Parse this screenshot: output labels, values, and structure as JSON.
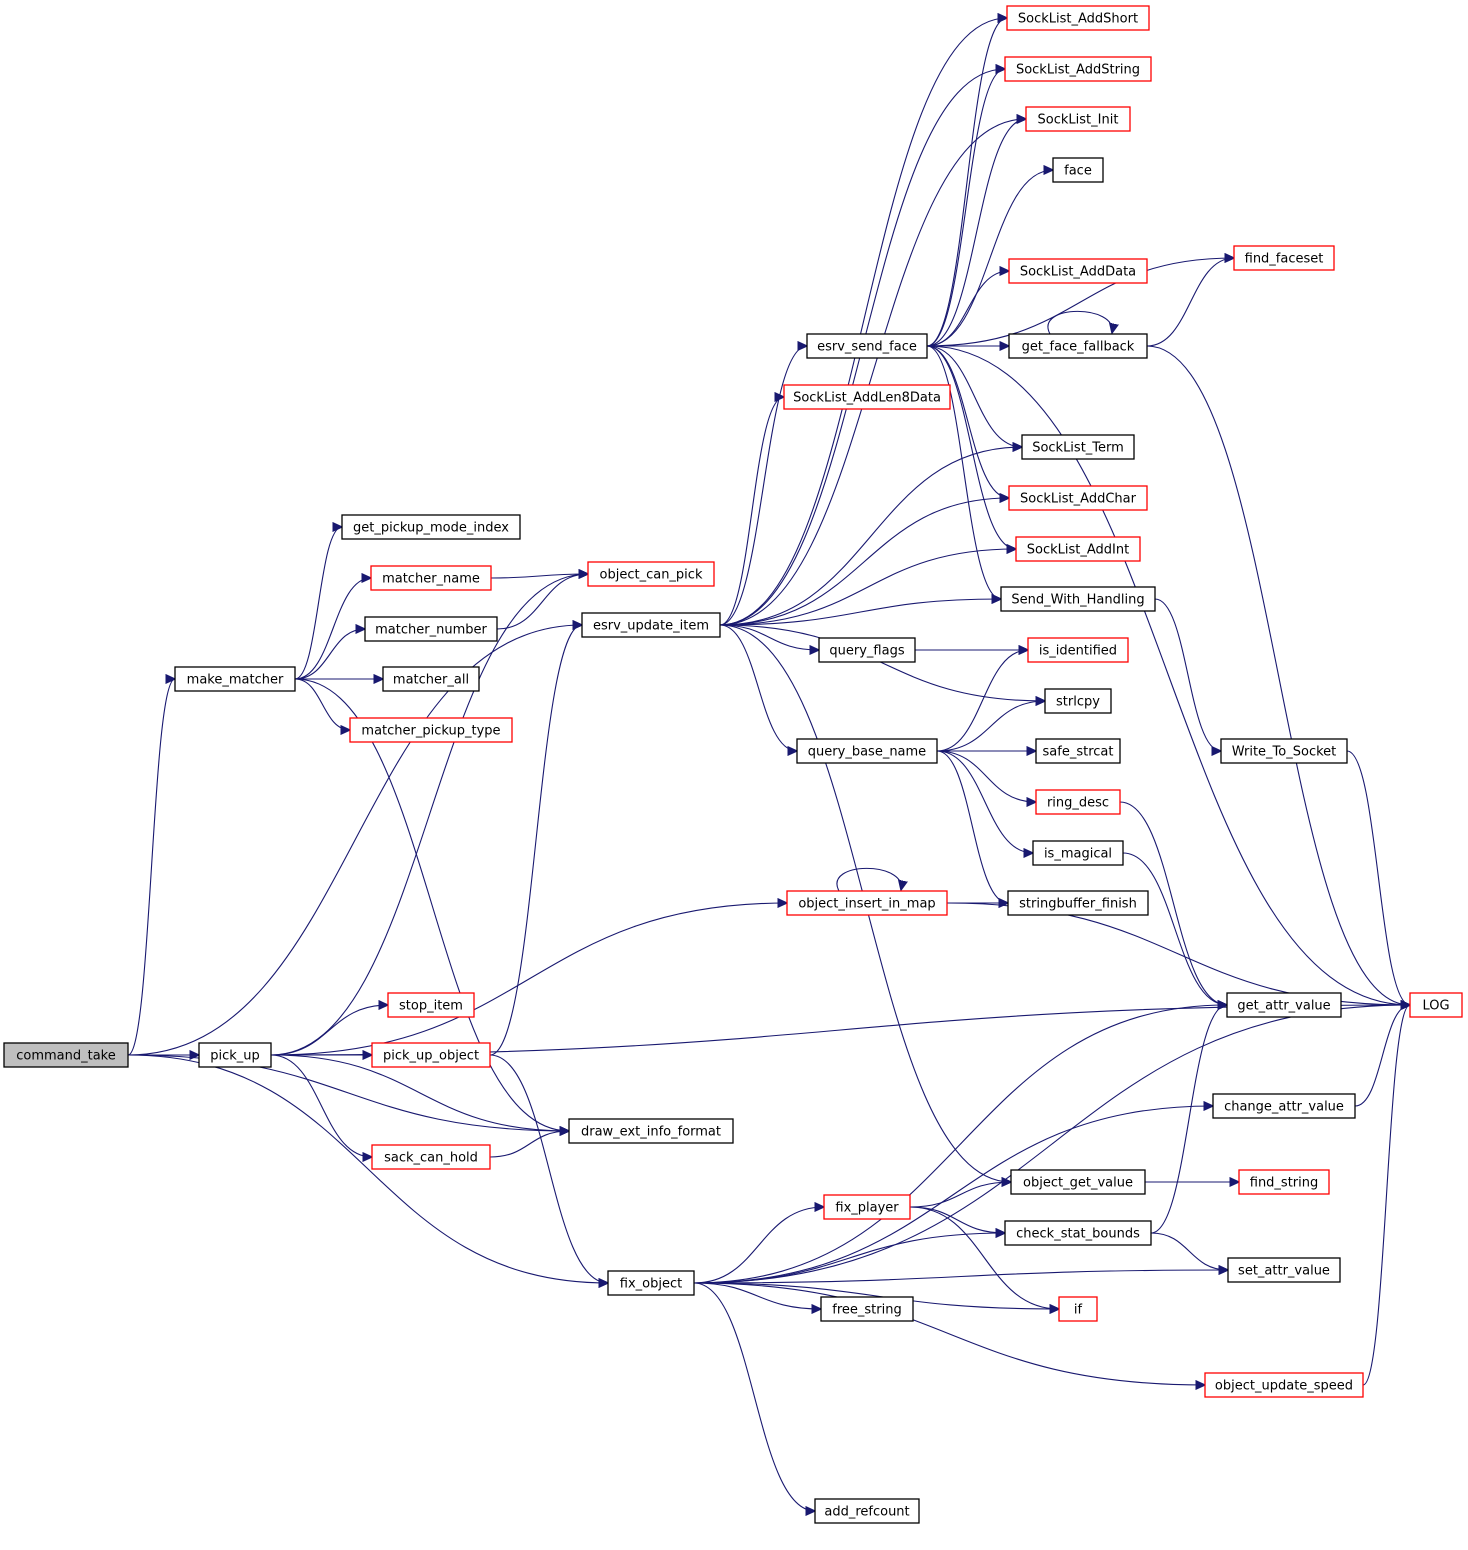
{
  "diagram": {
    "type": "call graph",
    "nodes": [
      {
        "id": "command_take",
        "label": "command_take",
        "style": "root"
      },
      {
        "id": "make_matcher",
        "label": "make_matcher",
        "style": "normal"
      },
      {
        "id": "pick_up",
        "label": "pick_up",
        "style": "normal"
      },
      {
        "id": "get_pickup_mode_index",
        "label": "get_pickup_mode_index",
        "style": "normal"
      },
      {
        "id": "matcher_name",
        "label": "matcher_name",
        "style": "red"
      },
      {
        "id": "matcher_number",
        "label": "matcher_number",
        "style": "normal"
      },
      {
        "id": "matcher_all",
        "label": "matcher_all",
        "style": "normal"
      },
      {
        "id": "matcher_pickup_type",
        "label": "matcher_pickup_type",
        "style": "red"
      },
      {
        "id": "stop_item",
        "label": "stop_item",
        "style": "red"
      },
      {
        "id": "pick_up_object",
        "label": "pick_up_object",
        "style": "red"
      },
      {
        "id": "sack_can_hold",
        "label": "sack_can_hold",
        "style": "red"
      },
      {
        "id": "object_can_pick",
        "label": "object_can_pick",
        "style": "red"
      },
      {
        "id": "esrv_update_item",
        "label": "esrv_update_item",
        "style": "normal"
      },
      {
        "id": "draw_ext_info_format",
        "label": "draw_ext_info_format",
        "style": "normal"
      },
      {
        "id": "fix_object",
        "label": "fix_object",
        "style": "normal"
      },
      {
        "id": "esrv_send_face",
        "label": "esrv_send_face",
        "style": "normal"
      },
      {
        "id": "SockList_AddLen8Data",
        "label": "SockList_AddLen8Data",
        "style": "red"
      },
      {
        "id": "query_flags",
        "label": "query_flags",
        "style": "normal"
      },
      {
        "id": "query_base_name",
        "label": "query_base_name",
        "style": "normal"
      },
      {
        "id": "object_insert_in_map",
        "label": "object_insert_in_map",
        "style": "red"
      },
      {
        "id": "fix_player",
        "label": "fix_player",
        "style": "red"
      },
      {
        "id": "free_string",
        "label": "free_string",
        "style": "normal"
      },
      {
        "id": "add_refcount",
        "label": "add_refcount",
        "style": "normal"
      },
      {
        "id": "SockList_AddShort",
        "label": "SockList_AddShort",
        "style": "red"
      },
      {
        "id": "SockList_AddString",
        "label": "SockList_AddString",
        "style": "red"
      },
      {
        "id": "SockList_Init",
        "label": "SockList_Init",
        "style": "red"
      },
      {
        "id": "face",
        "label": "face",
        "style": "normal"
      },
      {
        "id": "SockList_AddData",
        "label": "SockList_AddData",
        "style": "red"
      },
      {
        "id": "get_face_fallback",
        "label": "get_face_fallback",
        "style": "normal"
      },
      {
        "id": "SockList_Term",
        "label": "SockList_Term",
        "style": "normal"
      },
      {
        "id": "SockList_AddChar",
        "label": "SockList_AddChar",
        "style": "red"
      },
      {
        "id": "SockList_AddInt",
        "label": "SockList_AddInt",
        "style": "red"
      },
      {
        "id": "Send_With_Handling",
        "label": "Send_With_Handling",
        "style": "normal"
      },
      {
        "id": "is_identified",
        "label": "is_identified",
        "style": "red"
      },
      {
        "id": "strlcpy",
        "label": "strlcpy",
        "style": "normal"
      },
      {
        "id": "safe_strcat",
        "label": "safe_strcat",
        "style": "normal"
      },
      {
        "id": "ring_desc",
        "label": "ring_desc",
        "style": "red"
      },
      {
        "id": "is_magical",
        "label": "is_magical",
        "style": "normal"
      },
      {
        "id": "stringbuffer_finish",
        "label": "stringbuffer_finish",
        "style": "normal"
      },
      {
        "id": "object_get_value",
        "label": "object_get_value",
        "style": "normal"
      },
      {
        "id": "check_stat_bounds",
        "label": "check_stat_bounds",
        "style": "normal"
      },
      {
        "id": "if",
        "label": "if",
        "style": "red"
      },
      {
        "id": "find_faceset",
        "label": "find_faceset",
        "style": "red"
      },
      {
        "id": "Write_To_Socket",
        "label": "Write_To_Socket",
        "style": "normal"
      },
      {
        "id": "get_attr_value",
        "label": "get_attr_value",
        "style": "normal"
      },
      {
        "id": "LOG",
        "label": "LOG",
        "style": "red"
      },
      {
        "id": "change_attr_value",
        "label": "change_attr_value",
        "style": "normal"
      },
      {
        "id": "find_string",
        "label": "find_string",
        "style": "red"
      },
      {
        "id": "set_attr_value",
        "label": "set_attr_value",
        "style": "normal"
      },
      {
        "id": "object_update_speed",
        "label": "object_update_speed",
        "style": "red"
      }
    ],
    "edges": [
      [
        "command_take",
        "make_matcher"
      ],
      [
        "command_take",
        "pick_up"
      ],
      [
        "command_take",
        "esrv_update_item"
      ],
      [
        "command_take",
        "draw_ext_info_format"
      ],
      [
        "command_take",
        "fix_object"
      ],
      [
        "make_matcher",
        "get_pickup_mode_index"
      ],
      [
        "make_matcher",
        "matcher_name"
      ],
      [
        "make_matcher",
        "matcher_number"
      ],
      [
        "make_matcher",
        "matcher_all"
      ],
      [
        "make_matcher",
        "matcher_pickup_type"
      ],
      [
        "make_matcher",
        "draw_ext_info_format"
      ],
      [
        "matcher_name",
        "object_can_pick"
      ],
      [
        "matcher_number",
        "object_can_pick"
      ],
      [
        "pick_up",
        "object_can_pick"
      ],
      [
        "pick_up",
        "object_insert_in_map"
      ],
      [
        "pick_up",
        "stop_item"
      ],
      [
        "pick_up",
        "pick_up_object"
      ],
      [
        "pick_up",
        "draw_ext_info_format"
      ],
      [
        "pick_up",
        "sack_can_hold"
      ],
      [
        "pick_up",
        "LOG"
      ],
      [
        "pick_up_object",
        "esrv_update_item"
      ],
      [
        "pick_up_object",
        "fix_object"
      ],
      [
        "sack_can_hold",
        "draw_ext_info_format"
      ],
      [
        "esrv_update_item",
        "esrv_send_face"
      ],
      [
        "esrv_update_item",
        "SockList_AddLen8Data"
      ],
      [
        "esrv_update_item",
        "query_flags"
      ],
      [
        "esrv_update_item",
        "query_base_name"
      ],
      [
        "esrv_update_item",
        "strlcpy"
      ],
      [
        "esrv_update_item",
        "object_get_value"
      ],
      [
        "esrv_update_item",
        "SockList_AddShort"
      ],
      [
        "esrv_update_item",
        "SockList_AddString"
      ],
      [
        "esrv_update_item",
        "SockList_Init"
      ],
      [
        "esrv_update_item",
        "SockList_Term"
      ],
      [
        "esrv_update_item",
        "SockList_AddChar"
      ],
      [
        "esrv_update_item",
        "SockList_AddInt"
      ],
      [
        "esrv_update_item",
        "Send_With_Handling"
      ],
      [
        "esrv_send_face",
        "SockList_AddShort"
      ],
      [
        "esrv_send_face",
        "SockList_AddString"
      ],
      [
        "esrv_send_face",
        "SockList_Init"
      ],
      [
        "esrv_send_face",
        "face"
      ],
      [
        "esrv_send_face",
        "find_faceset"
      ],
      [
        "esrv_send_face",
        "SockList_AddData"
      ],
      [
        "esrv_send_face",
        "get_face_fallback"
      ],
      [
        "esrv_send_face",
        "SockList_Term"
      ],
      [
        "esrv_send_face",
        "SockList_AddChar"
      ],
      [
        "esrv_send_face",
        "SockList_AddInt"
      ],
      [
        "esrv_send_face",
        "Send_With_Handling"
      ],
      [
        "esrv_send_face",
        "LOG"
      ],
      [
        "get_face_fallback",
        "get_face_fallback"
      ],
      [
        "get_face_fallback",
        "find_faceset"
      ],
      [
        "get_face_fallback",
        "LOG"
      ],
      [
        "Send_With_Handling",
        "Write_To_Socket"
      ],
      [
        "Write_To_Socket",
        "LOG"
      ],
      [
        "query_flags",
        "is_identified"
      ],
      [
        "query_base_name",
        "is_identified"
      ],
      [
        "query_base_name",
        "strlcpy"
      ],
      [
        "query_base_name",
        "safe_strcat"
      ],
      [
        "query_base_name",
        "ring_desc"
      ],
      [
        "query_base_name",
        "is_magical"
      ],
      [
        "query_base_name",
        "stringbuffer_finish"
      ],
      [
        "ring_desc",
        "get_attr_value"
      ],
      [
        "is_magical",
        "get_attr_value"
      ],
      [
        "object_insert_in_map",
        "object_insert_in_map"
      ],
      [
        "object_insert_in_map",
        "stringbuffer_finish"
      ],
      [
        "object_insert_in_map",
        "LOG"
      ],
      [
        "fix_object",
        "get_attr_value"
      ],
      [
        "fix_object",
        "LOG"
      ],
      [
        "fix_object",
        "change_attr_value"
      ],
      [
        "fix_object",
        "fix_player"
      ],
      [
        "fix_object",
        "check_stat_bounds"
      ],
      [
        "fix_object",
        "free_string"
      ],
      [
        "fix_object",
        "if"
      ],
      [
        "fix_object",
        "set_attr_value"
      ],
      [
        "fix_object",
        "object_update_speed"
      ],
      [
        "fix_object",
        "add_refcount"
      ],
      [
        "fix_player",
        "object_get_value"
      ],
      [
        "fix_player",
        "check_stat_bounds"
      ],
      [
        "fix_player",
        "if"
      ],
      [
        "object_get_value",
        "find_string"
      ],
      [
        "check_stat_bounds",
        "get_attr_value"
      ],
      [
        "check_stat_bounds",
        "set_attr_value"
      ],
      [
        "change_attr_value",
        "LOG"
      ],
      [
        "object_update_speed",
        "LOG"
      ]
    ]
  }
}
